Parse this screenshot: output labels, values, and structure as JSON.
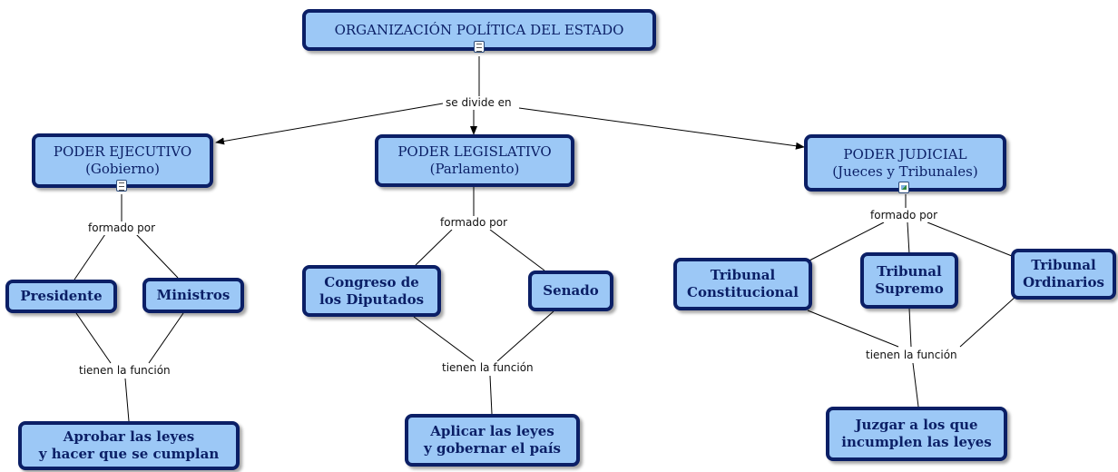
{
  "title_node": "ORGANIZACIÓN POLÍTICA DEL ESTADO",
  "link_divide": "se divide en",
  "branches": [
    {
      "name": "PODER EJECUTIVO\n(Gobierno)",
      "icon": "document-icon",
      "link_formed": "formado por",
      "members": [
        "Presidente",
        "Ministros"
      ],
      "link_function": "tienen la función",
      "function": "Aprobar las leyes\ny hacer que se cumplan"
    },
    {
      "name": "PODER LEGISLATIVO\n(Parlamento)",
      "link_formed": "formado por",
      "members": [
        "Congreso de\nlos Diputados",
        "Senado"
      ],
      "link_function": "tienen la función",
      "function": "Aplicar las leyes\ny gobernar el país"
    },
    {
      "name": "PODER JUDICIAL\n(Jueces y Tribunales)",
      "icon": "image-icon",
      "link_formed": "formado por",
      "members": [
        "Tribunal\nConstitucional",
        "Tribunal\nSupremo",
        "Tribunal\nOrdinarios"
      ],
      "link_function": "tienen la función",
      "function": "Juzgar a los que\nincumplen las leyes"
    }
  ],
  "colors": {
    "node_fill": "#9cc8f6",
    "node_border": "#0b1f66",
    "line": "#000000"
  }
}
